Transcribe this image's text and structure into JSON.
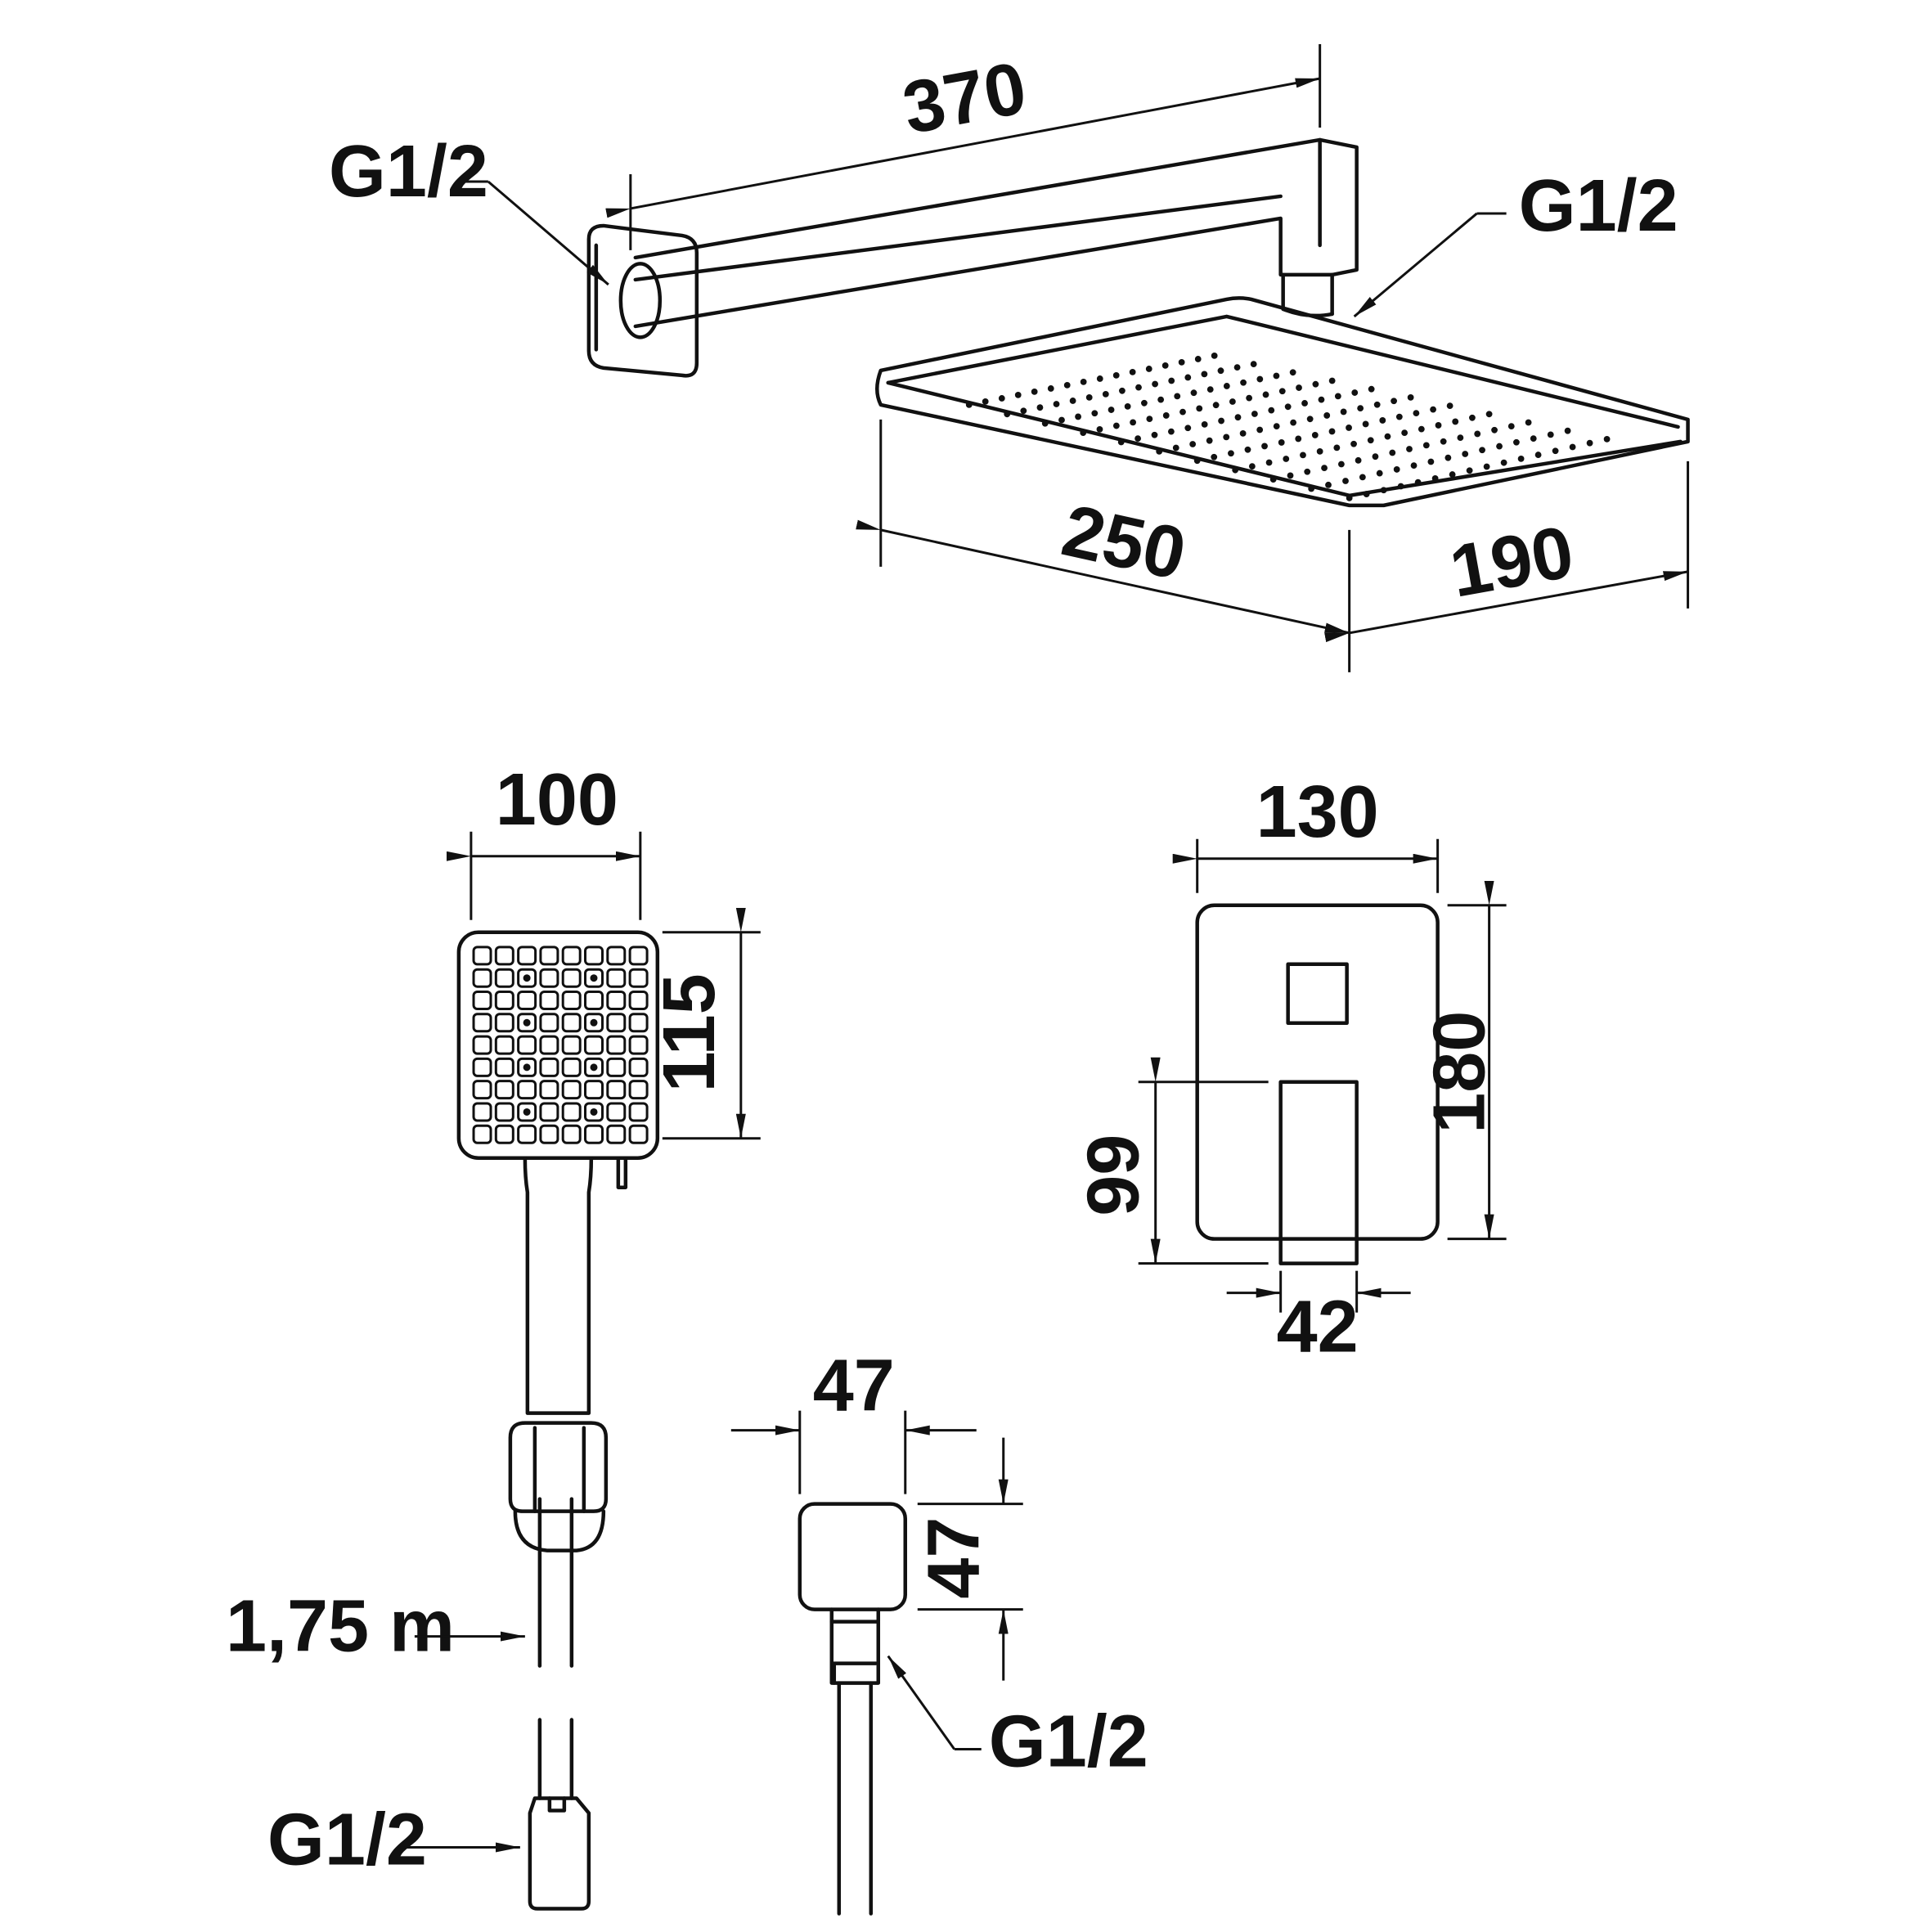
{
  "overhead_shower": {
    "arm_length": "370",
    "arm_thread": "G1/2",
    "head_thread": "G1/2",
    "head_length": "250",
    "head_width": "190"
  },
  "hand_shower": {
    "width": "100",
    "height": "115",
    "hose_length": "1,75 m",
    "hose_thread": "G1/2"
  },
  "mixer_plate": {
    "width": "130",
    "height": "180",
    "lever_height": "99",
    "lever_width": "42"
  },
  "wall_outlet": {
    "width": "47",
    "height": "47",
    "thread": "G1/2"
  }
}
